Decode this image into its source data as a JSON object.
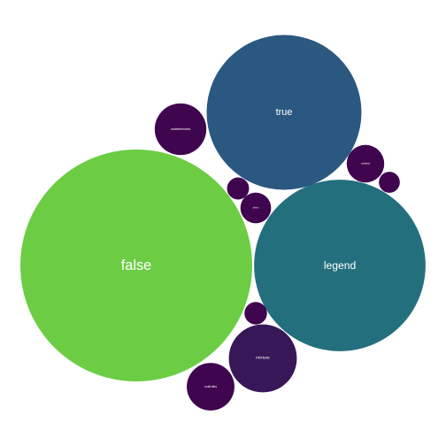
{
  "chart_data": {
    "type": "packed-bubble",
    "title": "",
    "bubbles": [
      {
        "label": "false",
        "value": 68.6,
        "color": "#6ccd44"
      },
      {
        "label": "legend",
        "value": 37.5,
        "color": "#246f7d"
      },
      {
        "label": "true",
        "value": 30.6,
        "color": "#2b5880"
      },
      {
        "label": "mixture",
        "value": 5.9,
        "color": "#371758"
      },
      {
        "label": "multi-files",
        "value": 2.9,
        "color": "#40054f"
      },
      {
        "label": "undetermined",
        "value": 3.4,
        "color": "#40054f"
      },
      {
        "label": "outdated",
        "value": 1.8,
        "color": "#40054f"
      },
      {
        "label": "others",
        "value": 1.2,
        "color": "#40054f"
      },
      {
        "label": "",
        "value": 0.65,
        "color": "#40054f"
      },
      {
        "label": "",
        "value": 0.62,
        "color": "#40054f"
      },
      {
        "label": "",
        "value": 0.56,
        "color": "#40054f"
      }
    ]
  }
}
